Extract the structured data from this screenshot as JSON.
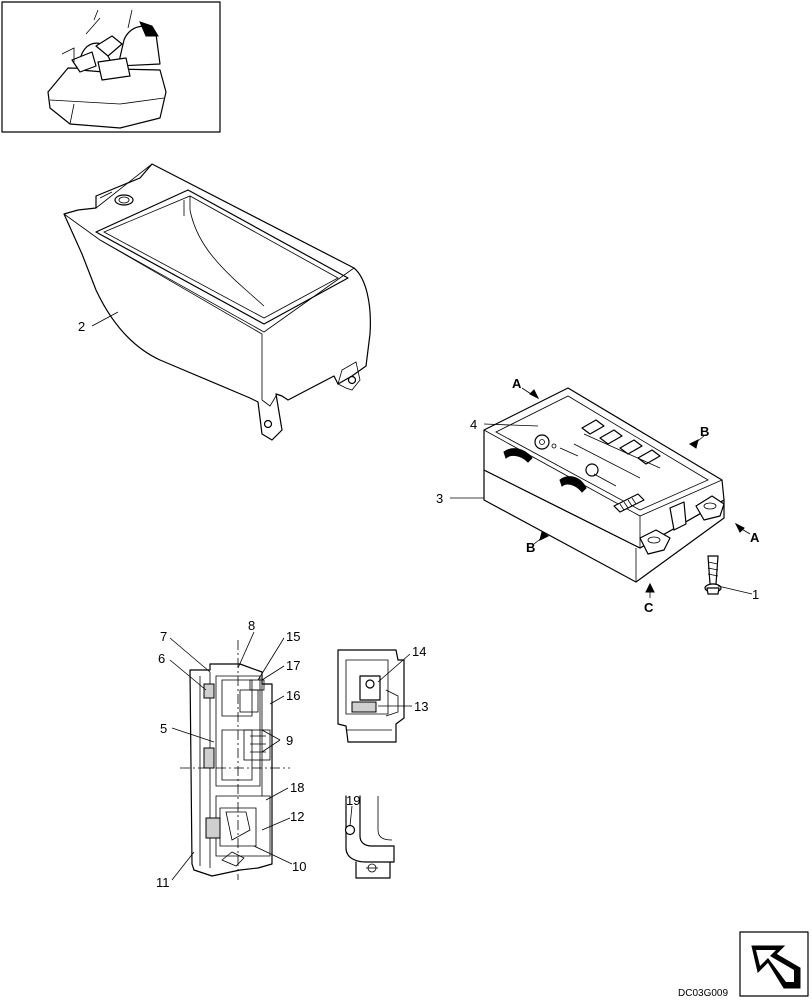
{
  "callouts": [
    "1",
    "2",
    "3",
    "4",
    "5",
    "6",
    "7",
    "8",
    "9",
    "10",
    "11",
    "12",
    "13",
    "14",
    "15",
    "16",
    "17",
    "18",
    "19"
  ],
  "view_arrows": {
    "a": "A",
    "b": "B",
    "c": "C"
  },
  "drawing_code": "DC03G009"
}
